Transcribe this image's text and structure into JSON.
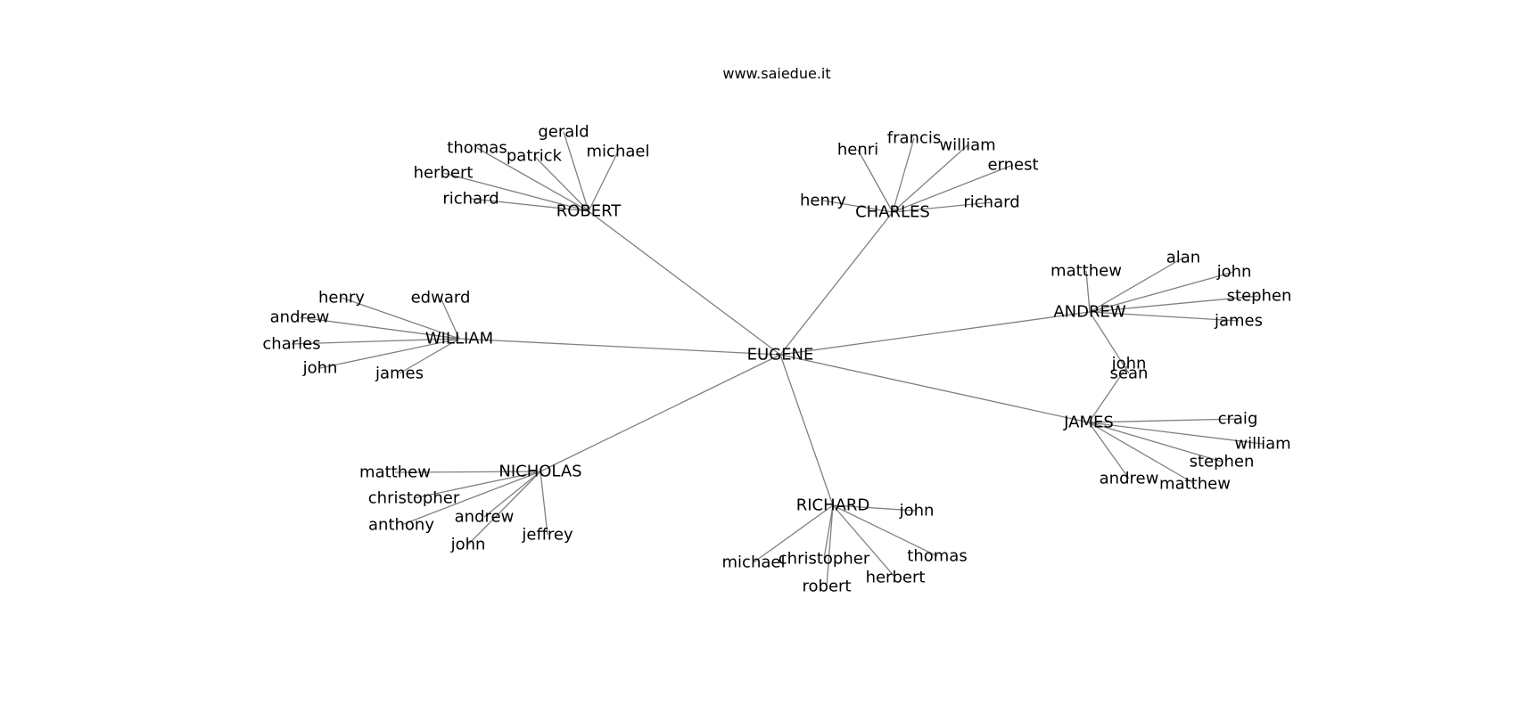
{
  "header": {
    "site": "www.saiedue.it"
  },
  "diagram": {
    "root": "EUGENE",
    "branches": [
      {
        "name": "ROBERT",
        "children": [
          "gerald",
          "thomas",
          "patrick",
          "michael",
          "herbert",
          "richard"
        ]
      },
      {
        "name": "CHARLES",
        "children": [
          "francis",
          "henri",
          "william",
          "ernest",
          "henry",
          "richard"
        ]
      },
      {
        "name": "ANDREW",
        "children": [
          "alan",
          "matthew",
          "john",
          "stephen",
          "james",
          "sean"
        ]
      },
      {
        "name": "WILLIAM",
        "children": [
          "henry",
          "edward",
          "andrew",
          "charles",
          "john",
          "james"
        ]
      },
      {
        "name": "JAMES",
        "children": [
          "john",
          "craig",
          "william",
          "stephen",
          "andrew",
          "matthew"
        ]
      },
      {
        "name": "NICHOLAS",
        "children": [
          "matthew",
          "christopher",
          "andrew",
          "anthony",
          "jeffrey",
          "john"
        ]
      },
      {
        "name": "RICHARD",
        "children": [
          "john",
          "michael",
          "christopher",
          "thomas",
          "herbert",
          "robert"
        ]
      }
    ]
  }
}
